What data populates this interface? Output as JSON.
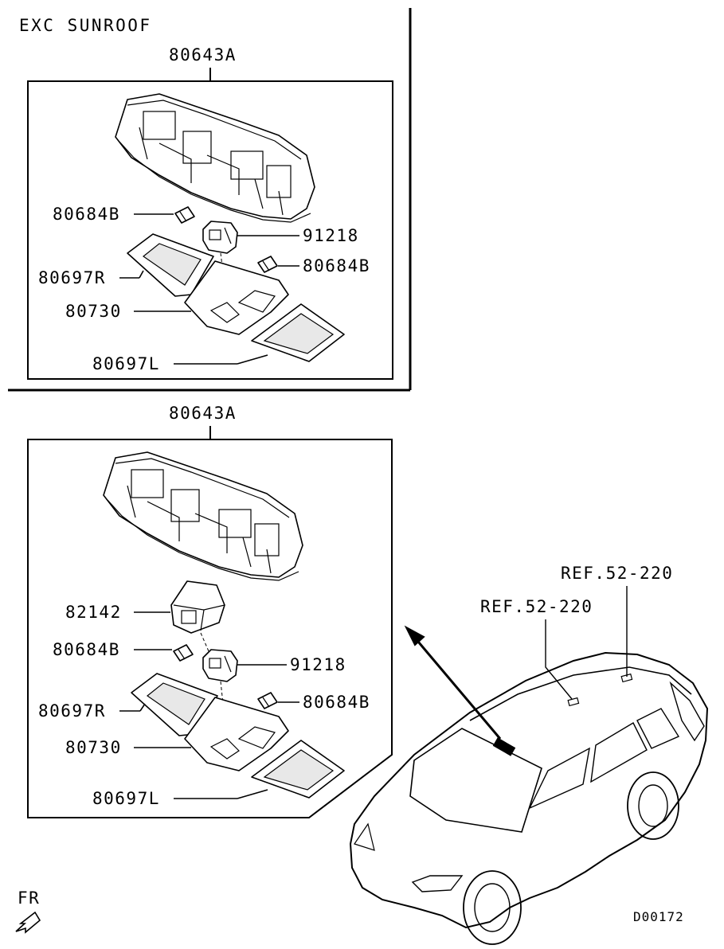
{
  "header": {
    "variant": "EXC SUNROOF"
  },
  "upper_group": {
    "assembly": "80643A",
    "callouts": {
      "bulb_left": "80684B",
      "switch": "91218",
      "bulb_right": "80684B",
      "lens_r": "80697R",
      "housing": "80730",
      "lens_l": "80697L"
    }
  },
  "lower_group": {
    "assembly": "80643A",
    "callouts": {
      "module": "82142",
      "bulb_left": "80684B",
      "switch": "91218",
      "bulb_right": "80684B",
      "lens_r": "80697R",
      "housing": "80730",
      "lens_l": "80697L"
    }
  },
  "references": {
    "ref_a": "REF.52-220",
    "ref_b": "REF.52-220"
  },
  "orientation": {
    "label": "FR"
  },
  "drawing_id": "D00172"
}
